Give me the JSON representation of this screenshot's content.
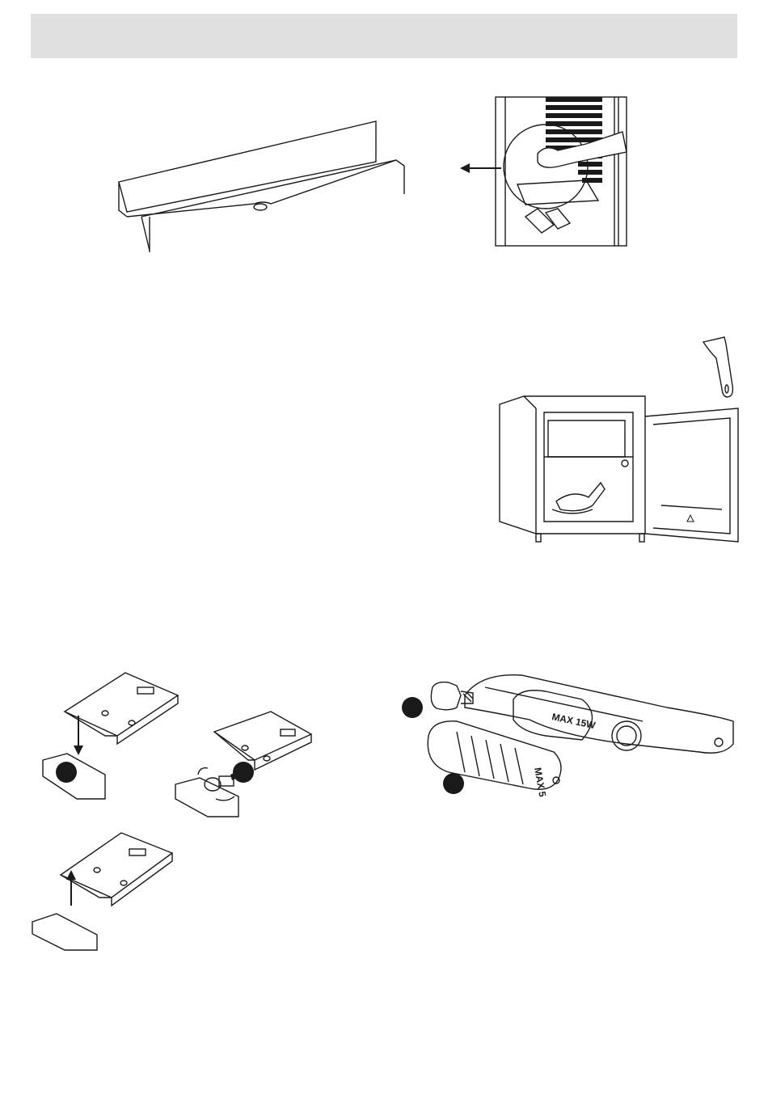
{
  "header": {
    "title": ""
  },
  "figures": {
    "drain_channel": {
      "icon": "drain-channel-illustration"
    },
    "drain_cleaning": {
      "icon": "drain-hole-cleaning-illustration"
    },
    "scraper": {
      "icon": "plastic-scraper-icon"
    },
    "defrost_fridge": {
      "icon": "open-fridge-defrost-illustration"
    },
    "lamp_cover_steps": {
      "icon": "lamp-cover-replacement-steps"
    },
    "lamp_housing": {
      "icon": "lamp-housing-illustration",
      "housing_label": "MAX 15W",
      "cover_label": "MAX 5"
    }
  }
}
